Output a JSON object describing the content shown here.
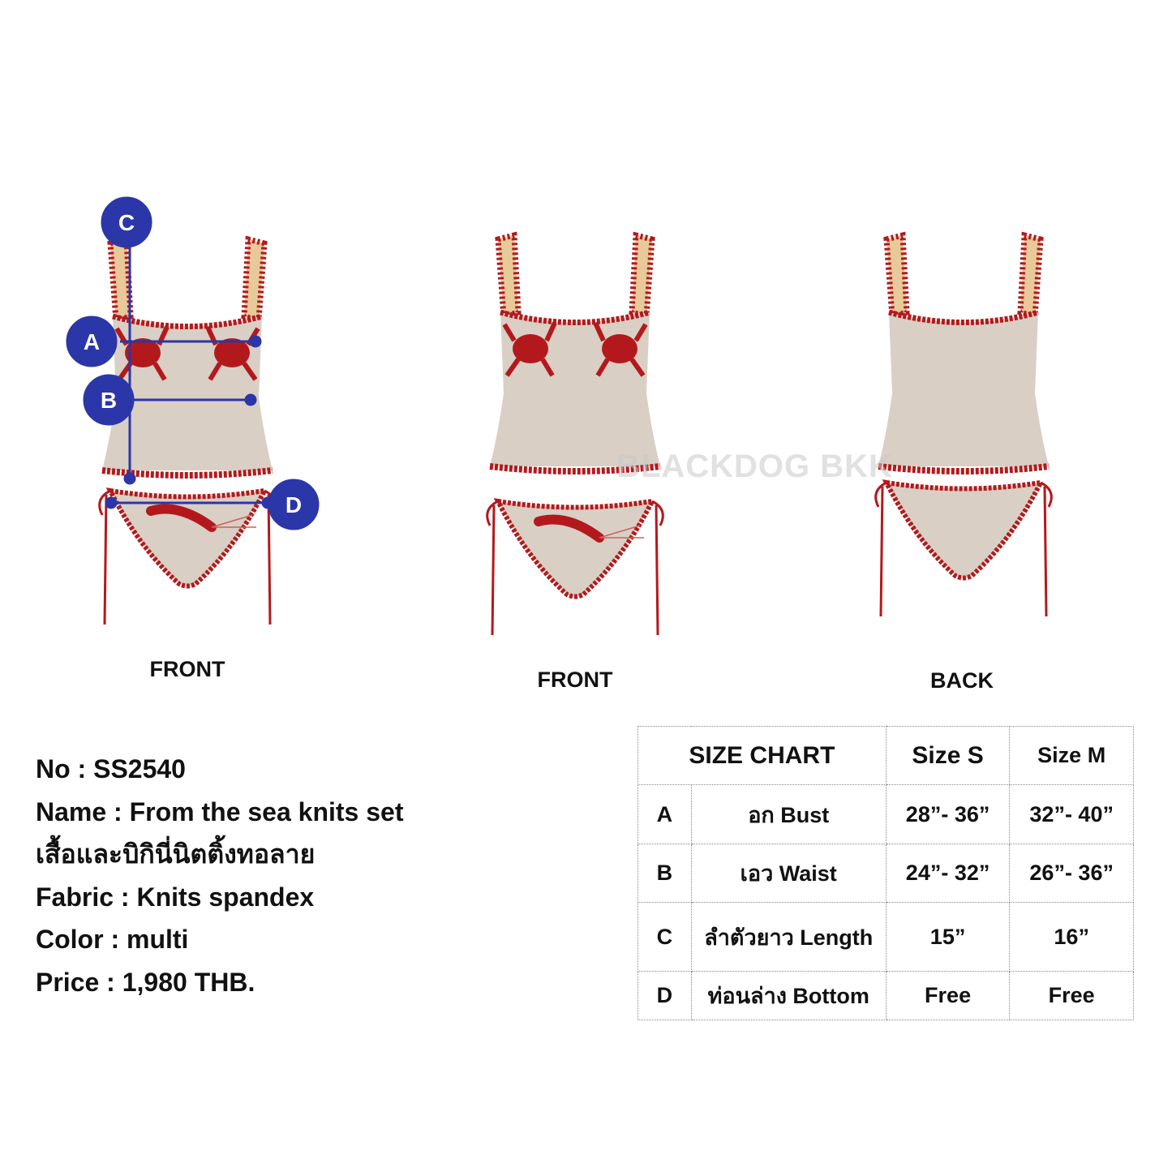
{
  "watermark": "BLACKDOG BKK",
  "views": [
    {
      "label": "FRONT"
    },
    {
      "label": "FRONT"
    },
    {
      "label": "BACK"
    }
  ],
  "markers": {
    "a": "A",
    "b": "B",
    "c": "C",
    "d": "D"
  },
  "colors": {
    "marker_blue": "#2b36a8",
    "knit_red": "#b3191c",
    "knit_beige": "#d9cfc4"
  },
  "product": {
    "no": "No : SS2540",
    "name": "Name : From the sea knits set",
    "thai_name": "เสื้อและบิกินี่นิตติ้งทอลาย",
    "fabric": "Fabric : Knits spandex",
    "color": "Color : multi",
    "price": "Price : 1,980 THB."
  },
  "size_chart": {
    "title": "SIZE CHART",
    "columns": [
      "Size S",
      "Size M"
    ],
    "rows": [
      {
        "key": "A",
        "label": "อก Bust",
        "s": "28”- 36”",
        "m": "32”- 40”"
      },
      {
        "key": "B",
        "label": "เอว Waist",
        "s": "24”- 32”",
        "m": "26”- 36”"
      },
      {
        "key": "C",
        "label": "ลำตัวยาว Length",
        "s": "15”",
        "m": "16”"
      },
      {
        "key": "D",
        "label": "ท่อนล่าง Bottom",
        "s": "Free",
        "m": "Free"
      }
    ]
  }
}
